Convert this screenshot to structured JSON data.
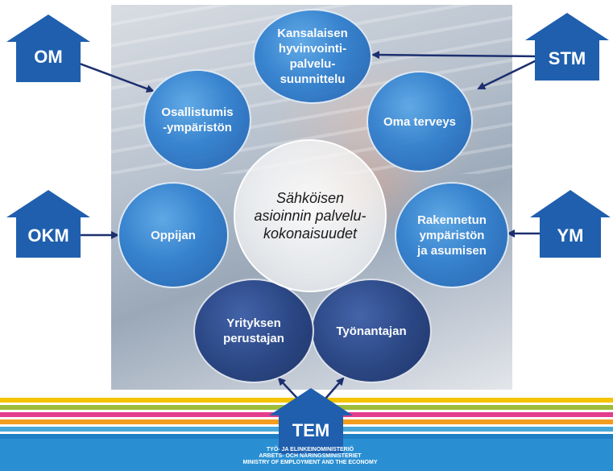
{
  "center": {
    "label": "Sähköisen\nasioinnin palvelu-\nkokonaisuudet"
  },
  "circles": [
    {
      "label": "Kansalaisen\nhyvinvointi-\npalvelu-\nsuunnittelu"
    },
    {
      "label": "Oma terveys"
    },
    {
      "label": "Rakennetun\nympäristön\nja asumisen"
    },
    {
      "label": "Työnantajan"
    },
    {
      "label": "Yrityksen\nperustajan"
    },
    {
      "label": "Oppijan"
    },
    {
      "label": "Osallistumis\n-ympäristön"
    }
  ],
  "ministries": {
    "om": "OM",
    "okm": "OKM",
    "stm": "STM",
    "ym": "YM",
    "tem": "TEM"
  },
  "footer": {
    "ministry_text": "TYÖ- JA ELINKEINOMINISTERIÖ\nARBETS- OCH NÄRINGSMINISTERIET\nMINISTRY OF EMPLOYMENT AND THE ECONOMY"
  },
  "colors": {
    "house_blue": "#1f5fae",
    "arrow_navy": "#1c2f6e"
  }
}
